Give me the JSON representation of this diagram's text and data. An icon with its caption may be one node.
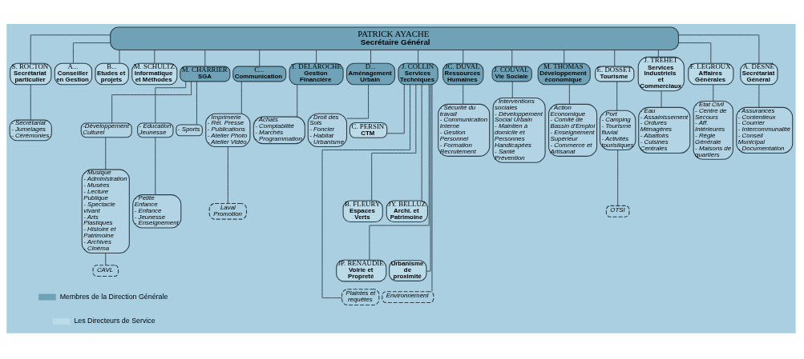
{
  "diagram": {
    "nodes": [
      {
        "text": [
          "PATRICK AYACHE",
          "Secrétaire Général"
        ]
      },
      {
        "text": [
          "S. ROCTON",
          "Secrétariat particulier"
        ]
      },
      {
        "text": [
          "A...",
          "Conseiller en Gestion"
        ]
      },
      {
        "text": [
          "B...",
          "Etudes et projets"
        ]
      },
      {
        "text": [
          "M. SCHULTZ",
          "Informatique et Méthodes"
        ]
      },
      {
        "text": [
          "M. CHARRIER",
          "SGA"
        ]
      },
      {
        "text": [
          "C...",
          "Communication"
        ]
      },
      {
        "text": [
          "T. DELAROCHE",
          "Gestion Financière"
        ]
      },
      {
        "text": [
          "D...",
          "Aménagement Urbain"
        ]
      },
      {
        "text": [
          "J. COLLIN",
          "Services Techniques"
        ]
      },
      {
        "text": [
          "JC. DUVAL",
          "Ressources Humaines"
        ]
      },
      {
        "text": [
          "J. COUVAL",
          "Vie Sociale"
        ]
      },
      {
        "text": [
          "M. THOMAS",
          "Développement économique"
        ]
      },
      {
        "text": [
          "E. DOSSET",
          "Tourisme"
        ]
      },
      {
        "text": [
          "J. TREHET",
          "Services Industriels et Commerciaux"
        ]
      },
      {
        "text": [
          "F. LEGROUX",
          "Affaires Générales"
        ]
      },
      {
        "text": [
          "A. DESNÉ",
          "Secrétariat Général"
        ]
      },
      {
        "text": [
          "- Secrétariat",
          "- Jumelages",
          "- Cérémonies"
        ]
      },
      {
        "text": [
          "-Développement Culturel"
        ]
      },
      {
        "text": [
          "- Education Jeunesse"
        ]
      },
      {
        "text": [
          "- Sports"
        ]
      },
      {
        "text": [
          "- Musique",
          "- Administration",
          "- Musées",
          "- Lecture Publique",
          "- Spectacle vivant",
          "- Arts Plastiques",
          "- Histoire et Patrimoine",
          "- Archives",
          "- Cinéma"
        ]
      },
      {
        "text": [
          "- Petite Enfance",
          "- Enfance",
          "- Jeunesse",
          "- Enseignement"
        ]
      },
      {
        "text": [
          "CAVL"
        ]
      },
      {
        "text": [
          "- Imprimerie",
          "- Rel. Presse",
          "- Publications",
          "- Atelier Photo",
          "- Atelier Vidéo"
        ]
      },
      {
        "text": [
          "Laval Promotion"
        ]
      },
      {
        "text": [
          "- Achats",
          "- Comptabilité",
          "- Marchés",
          "- Programmation"
        ]
      },
      {
        "text": [
          "- Droit des Sols",
          "- Foncier",
          "- Habitat",
          "- Urbanisme"
        ]
      },
      {
        "text": [
          "C. PERSIN",
          "CTM"
        ]
      },
      {
        "text": [
          "B. FLEURY",
          "Espaces Verts"
        ]
      },
      {
        "text": [
          "JY. BELLUZ",
          "Archi. et Patrimoine"
        ]
      },
      {
        "text": [
          "JP. RENAUDIE",
          "Voirie et Propreté"
        ]
      },
      {
        "text": [
          "Urbanisme de proximité"
        ]
      },
      {
        "text": [
          "Plaintes et requêtes"
        ]
      },
      {
        "text": [
          "Environnement"
        ]
      },
      {
        "text": [
          "- Sécurité du travail",
          "- Communication Interne",
          "- Gestion Personnel",
          "- Formation Recrutement"
        ]
      },
      {
        "text": [
          "- Interventions sociales",
          "- Développement Social Urbain",
          "- Maintien à domicile et Personnes Handicapées",
          "- Santé Prévention"
        ]
      },
      {
        "text": [
          "- Action Economique",
          "- Comité de Bassin d'Emploi",
          "- Enseignement Supérieur",
          "- Commerce et Artisanat"
        ]
      },
      {
        "text": [
          "- Port",
          "- Camping",
          "- Tourisme fluvial",
          "- Activités touristiques"
        ]
      },
      {
        "text": [
          "OTSI"
        ]
      },
      {
        "text": [
          "- Eau",
          "- Assainissement",
          "- Ordures Ménagères",
          "- Abattoirs",
          "- Cuisines Centrales"
        ]
      },
      {
        "text": [
          "- Etat Civil",
          "- Centre de Secours",
          "- Aff. Intérieures",
          "- Régie Générale",
          "- Maisons de quartiers"
        ]
      },
      {
        "text": [
          "- Assurances",
          "- Contentieux",
          "- Courrier",
          "- Intercommunalité",
          "- Conseil Municipal",
          "- Documentation"
        ]
      }
    ],
    "edges": [
      {
        "from": 0,
        "to": 1,
        "arrow": "none"
      },
      {
        "from": 0,
        "to": 2,
        "arrow": "none"
      },
      {
        "from": 0,
        "to": 3,
        "arrow": "none"
      },
      {
        "from": 0,
        "to": 4,
        "arrow": "none"
      },
      {
        "from": 0,
        "to": 5,
        "arrow": "none"
      },
      {
        "from": 0,
        "to": 6,
        "arrow": "none"
      },
      {
        "from": 0,
        "to": 7,
        "arrow": "none"
      },
      {
        "from": 0,
        "to": 8,
        "arrow": "none"
      },
      {
        "from": 0,
        "to": 9,
        "arrow": "none"
      },
      {
        "from": 0,
        "to": 10,
        "arrow": "none"
      },
      {
        "from": 0,
        "to": 11,
        "arrow": "none"
      },
      {
        "from": 0,
        "to": 12,
        "arrow": "none"
      },
      {
        "from": 0,
        "to": 13,
        "arrow": "none"
      },
      {
        "from": 0,
        "to": 14,
        "arrow": "none"
      },
      {
        "from": 0,
        "to": 15,
        "arrow": "none"
      },
      {
        "from": 0,
        "to": 16,
        "arrow": "none"
      },
      {
        "from": 1,
        "to": 17,
        "arrow": "none"
      },
      {
        "from": 5,
        "to": 18,
        "arrow": "none"
      },
      {
        "from": 5,
        "to": 19,
        "arrow": "none"
      },
      {
        "from": 5,
        "to": 20,
        "arrow": "none"
      },
      {
        "from": 18,
        "to": 21,
        "arrow": "none"
      },
      {
        "from": 19,
        "to": 22,
        "arrow": "none"
      },
      {
        "from": 21,
        "to": 23,
        "arrow": "none"
      },
      {
        "from": 6,
        "to": 24,
        "arrow": "none"
      },
      {
        "from": 24,
        "to": 25,
        "arrow": "none"
      },
      {
        "from": 7,
        "to": 26,
        "arrow": "none"
      },
      {
        "from": 8,
        "to": 27,
        "arrow": "none"
      },
      {
        "from": 9,
        "to": 28,
        "arrow": "none"
      },
      {
        "from": 9,
        "to": 29,
        "arrow": "none"
      },
      {
        "from": 9,
        "to": 30,
        "arrow": "none"
      },
      {
        "from": 9,
        "to": 31,
        "arrow": "none"
      },
      {
        "from": 9,
        "to": 32,
        "arrow": "none"
      },
      {
        "from": 9,
        "to": 33,
        "arrow": "none"
      },
      {
        "from": 9,
        "to": 34,
        "arrow": "none"
      },
      {
        "from": 10,
        "to": 35,
        "arrow": "none"
      },
      {
        "from": 11,
        "to": 36,
        "arrow": "none"
      },
      {
        "from": 12,
        "to": 37,
        "arrow": "none"
      },
      {
        "from": 13,
        "to": 38,
        "arrow": "none"
      },
      {
        "from": 38,
        "to": 39,
        "arrow": "none"
      },
      {
        "from": 14,
        "to": 40,
        "arrow": "none"
      },
      {
        "from": 15,
        "to": 41,
        "arrow": "none"
      },
      {
        "from": 16,
        "to": 42,
        "arrow": "none"
      }
    ],
    "legend": [
      {
        "text": "Membres de la Direction Générale",
        "color": "#6fa2b6"
      },
      {
        "text": "Les Directeurs de Service",
        "color": "#bcdbe9"
      }
    ]
  }
}
